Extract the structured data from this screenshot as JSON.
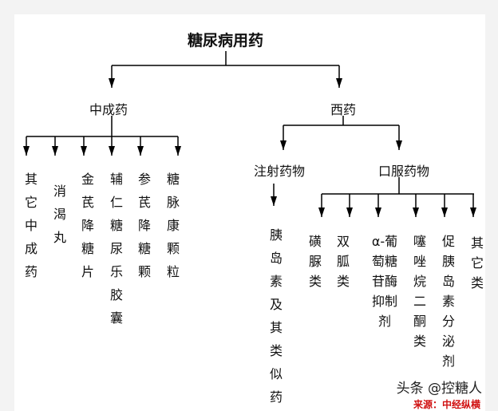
{
  "title": "糖尿病用药",
  "branches": {
    "chinese": {
      "label": "中成药",
      "items": [
        "其它中成药",
        "消渴丸",
        "金芪降糖片",
        "辅仁糖尿乐胶囊",
        "参芪降糖颗",
        "糖脉康颗粒"
      ]
    },
    "western": {
      "label": "西药",
      "injection": {
        "label": "注射药物",
        "items": [
          "胰岛素及其类似药"
        ]
      },
      "oral": {
        "label": "口服药物",
        "items": [
          "磺脲类",
          "双胍类",
          "α-葡萄糖苷酶抑制剂",
          "噻唑烷二酮类",
          "促胰岛素分泌剂",
          "其它类"
        ],
        "alpha_lines": [
          "α-葡",
          "萄糖",
          "苷酶",
          "抑制",
          "剂"
        ]
      }
    }
  },
  "watermark": "头条 @控糖人",
  "source": "来源：中经纵横"
}
